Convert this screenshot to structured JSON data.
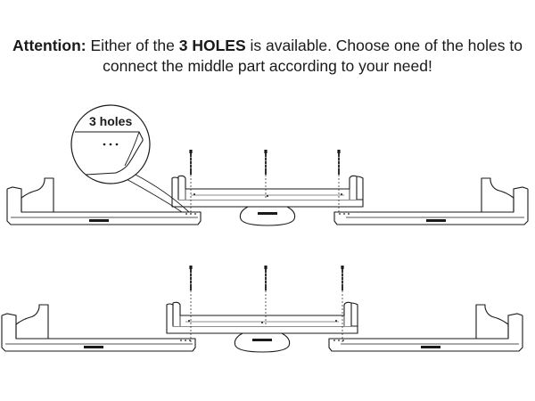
{
  "notice": {
    "lead": "Attention:",
    "part1": " Either of the ",
    "emphasis": "3 HOLES",
    "part2": " is available. Choose one of the holes to connect the middle part according to your need!"
  },
  "callout": {
    "label": "3 holes"
  },
  "colors": {
    "ink": "#1a1a1a",
    "paper": "#ffffff"
  }
}
